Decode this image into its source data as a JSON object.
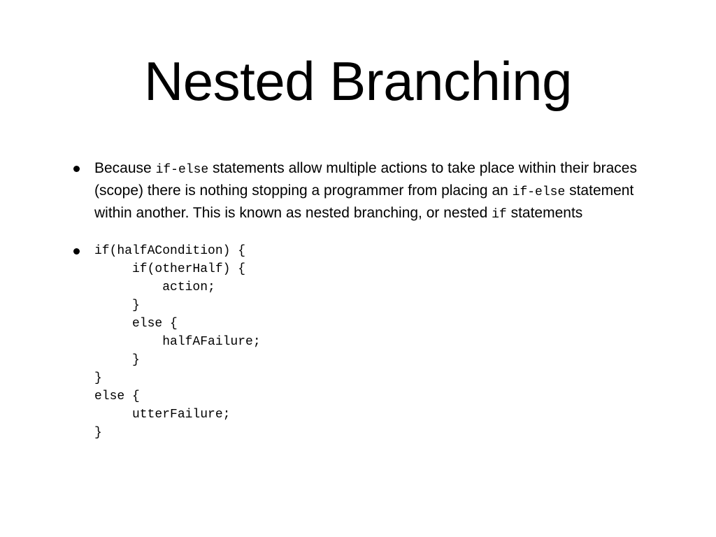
{
  "slide": {
    "title": "Nested Branching",
    "bullet1": {
      "text_before": "Because ",
      "code1": "if-else",
      "text_mid1": " statements allow multiple actions to take place within their braces (scope) there is nothing stopping a programmer from placing an ",
      "code2": "if-else",
      "text_mid2": " statement within another. This is known as nested branching, or nested ",
      "code3": "if",
      "text_after": " statements"
    },
    "bullet2": {
      "code": "if(halfACondition) {\n     if(otherHalf) {\n         action;\n     }\n     else {\n         halfAFailure;\n     }\n}\nelse {\n     utterFailure;\n}"
    }
  }
}
